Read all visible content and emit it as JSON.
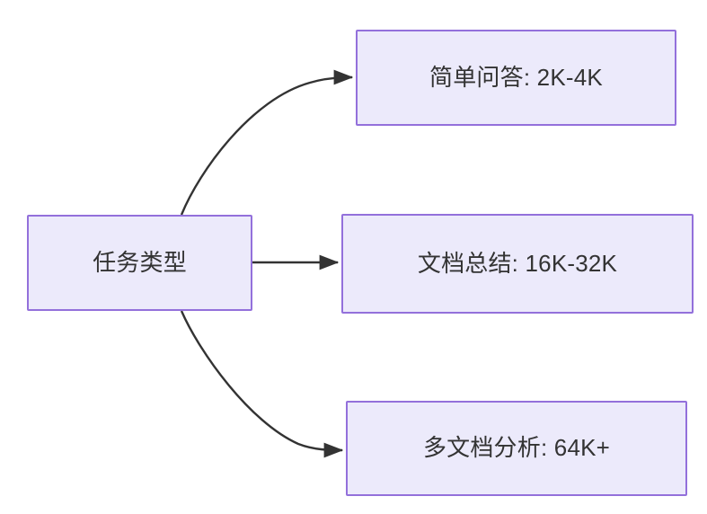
{
  "diagram": {
    "type": "flowchart",
    "direction": "left-to-right",
    "background_color": "#FFFFFF",
    "node_fill_color": "#ECEAFB",
    "node_border_color": "#9370DB",
    "node_text_color": "#333333",
    "edge_color": "#333333",
    "root": {
      "id": "task-type",
      "label": "任务类型"
    },
    "branches": [
      {
        "id": "simple-qa",
        "label": "简单问答: 2K-4K",
        "task": "简单问答",
        "context_length": "2K-4K",
        "edge_style": "curved"
      },
      {
        "id": "doc-summary",
        "label": "文档总结: 16K-32K",
        "task": "文档总结",
        "context_length": "16K-32K",
        "edge_style": "straight"
      },
      {
        "id": "multi-doc",
        "label": "多文档分析: 64K+",
        "task": "多文档分析",
        "context_length": "64K+",
        "edge_style": "curved"
      }
    ]
  }
}
